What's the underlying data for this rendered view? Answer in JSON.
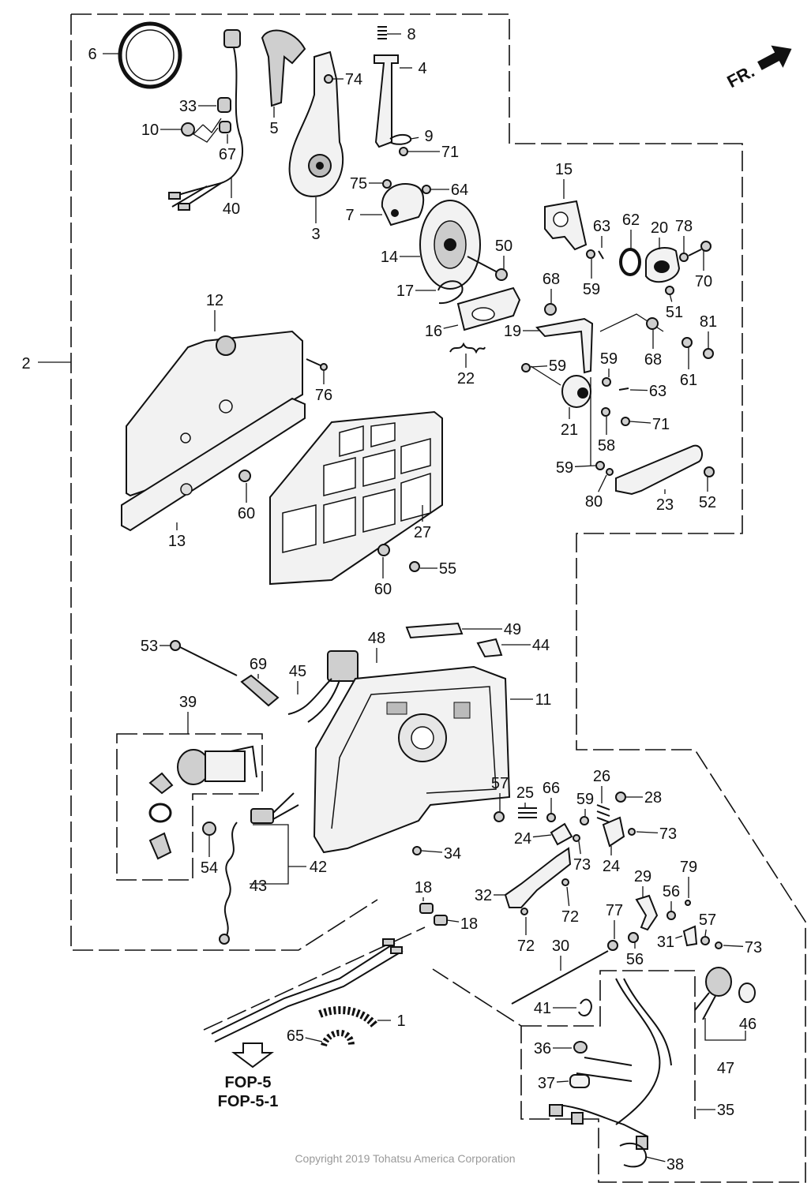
{
  "orientation_badge": {
    "text": "FR.",
    "icon": "arrow-forward-icon"
  },
  "reference": {
    "lines": [
      "FOP-5",
      "FOP-5-1"
    ],
    "icon": "reference-arrow-down-icon"
  },
  "copyright": "Copyright 2019 Tohatsu America Corporation",
  "callouts": [
    {
      "label": "1"
    },
    {
      "label": "2"
    },
    {
      "label": "3"
    },
    {
      "label": "4"
    },
    {
      "label": "5"
    },
    {
      "label": "6"
    },
    {
      "label": "7"
    },
    {
      "label": "8"
    },
    {
      "label": "9"
    },
    {
      "label": "10"
    },
    {
      "label": "11"
    },
    {
      "label": "12"
    },
    {
      "label": "13"
    },
    {
      "label": "14"
    },
    {
      "label": "15"
    },
    {
      "label": "16"
    },
    {
      "label": "17"
    },
    {
      "label": "18"
    },
    {
      "label": "18"
    },
    {
      "label": "19"
    },
    {
      "label": "20"
    },
    {
      "label": "21"
    },
    {
      "label": "22"
    },
    {
      "label": "23"
    },
    {
      "label": "24"
    },
    {
      "label": "24"
    },
    {
      "label": "25"
    },
    {
      "label": "26"
    },
    {
      "label": "27"
    },
    {
      "label": "28"
    },
    {
      "label": "29"
    },
    {
      "label": "30"
    },
    {
      "label": "31"
    },
    {
      "label": "32"
    },
    {
      "label": "33"
    },
    {
      "label": "34"
    },
    {
      "label": "35"
    },
    {
      "label": "36"
    },
    {
      "label": "37"
    },
    {
      "label": "38"
    },
    {
      "label": "39"
    },
    {
      "label": "40"
    },
    {
      "label": "41"
    },
    {
      "label": "42"
    },
    {
      "label": "43"
    },
    {
      "label": "44"
    },
    {
      "label": "45"
    },
    {
      "label": "46"
    },
    {
      "label": "47"
    },
    {
      "label": "48"
    },
    {
      "label": "49"
    },
    {
      "label": "50"
    },
    {
      "label": "51"
    },
    {
      "label": "52"
    },
    {
      "label": "53"
    },
    {
      "label": "54"
    },
    {
      "label": "55"
    },
    {
      "label": "56"
    },
    {
      "label": "56"
    },
    {
      "label": "57"
    },
    {
      "label": "57"
    },
    {
      "label": "58"
    },
    {
      "label": "59"
    },
    {
      "label": "59"
    },
    {
      "label": "59"
    },
    {
      "label": "59"
    },
    {
      "label": "59"
    },
    {
      "label": "60"
    },
    {
      "label": "60"
    },
    {
      "label": "61"
    },
    {
      "label": "62"
    },
    {
      "label": "63"
    },
    {
      "label": "63"
    },
    {
      "label": "64"
    },
    {
      "label": "65"
    },
    {
      "label": "66"
    },
    {
      "label": "67"
    },
    {
      "label": "68"
    },
    {
      "label": "68"
    },
    {
      "label": "69"
    },
    {
      "label": "70"
    },
    {
      "label": "71"
    },
    {
      "label": "71"
    },
    {
      "label": "72"
    },
    {
      "label": "72"
    },
    {
      "label": "73"
    },
    {
      "label": "73"
    },
    {
      "label": "73"
    },
    {
      "label": "74"
    },
    {
      "label": "75"
    },
    {
      "label": "76"
    },
    {
      "label": "77"
    },
    {
      "label": "78"
    },
    {
      "label": "79"
    },
    {
      "label": "80"
    },
    {
      "label": "81"
    }
  ]
}
